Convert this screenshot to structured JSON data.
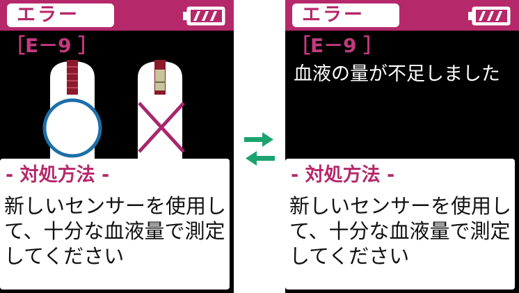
{
  "screens": [
    {
      "header": {
        "title": "エラー",
        "battery_icon": "battery-icon"
      },
      "error_code": "［E－9 ］",
      "message": "",
      "illustration": {
        "ok_icon": "circle-icon",
        "ng_icon": "cross-icon"
      },
      "remedy": {
        "title": "- 対処方法 -",
        "text": "新しいセンサーを使用して、十分な血液量で測定してください"
      }
    },
    {
      "header": {
        "title": "エラー",
        "battery_icon": "battery-icon"
      },
      "error_code": "［E－9 ］",
      "message": "血液の量が不足しました",
      "remedy": {
        "title": "- 対処方法 -",
        "text": "新しいセンサーを使用して、十分な血液量で測定してください"
      }
    }
  ],
  "transition": {
    "forward_icon": "arrow-right-icon",
    "back_icon": "arrow-left-icon"
  },
  "colors": {
    "accent": "#b5286a",
    "arrow": "#1aa36f",
    "ok": "#1c6fa8",
    "ng": "#a8266c",
    "background": "#000000"
  }
}
